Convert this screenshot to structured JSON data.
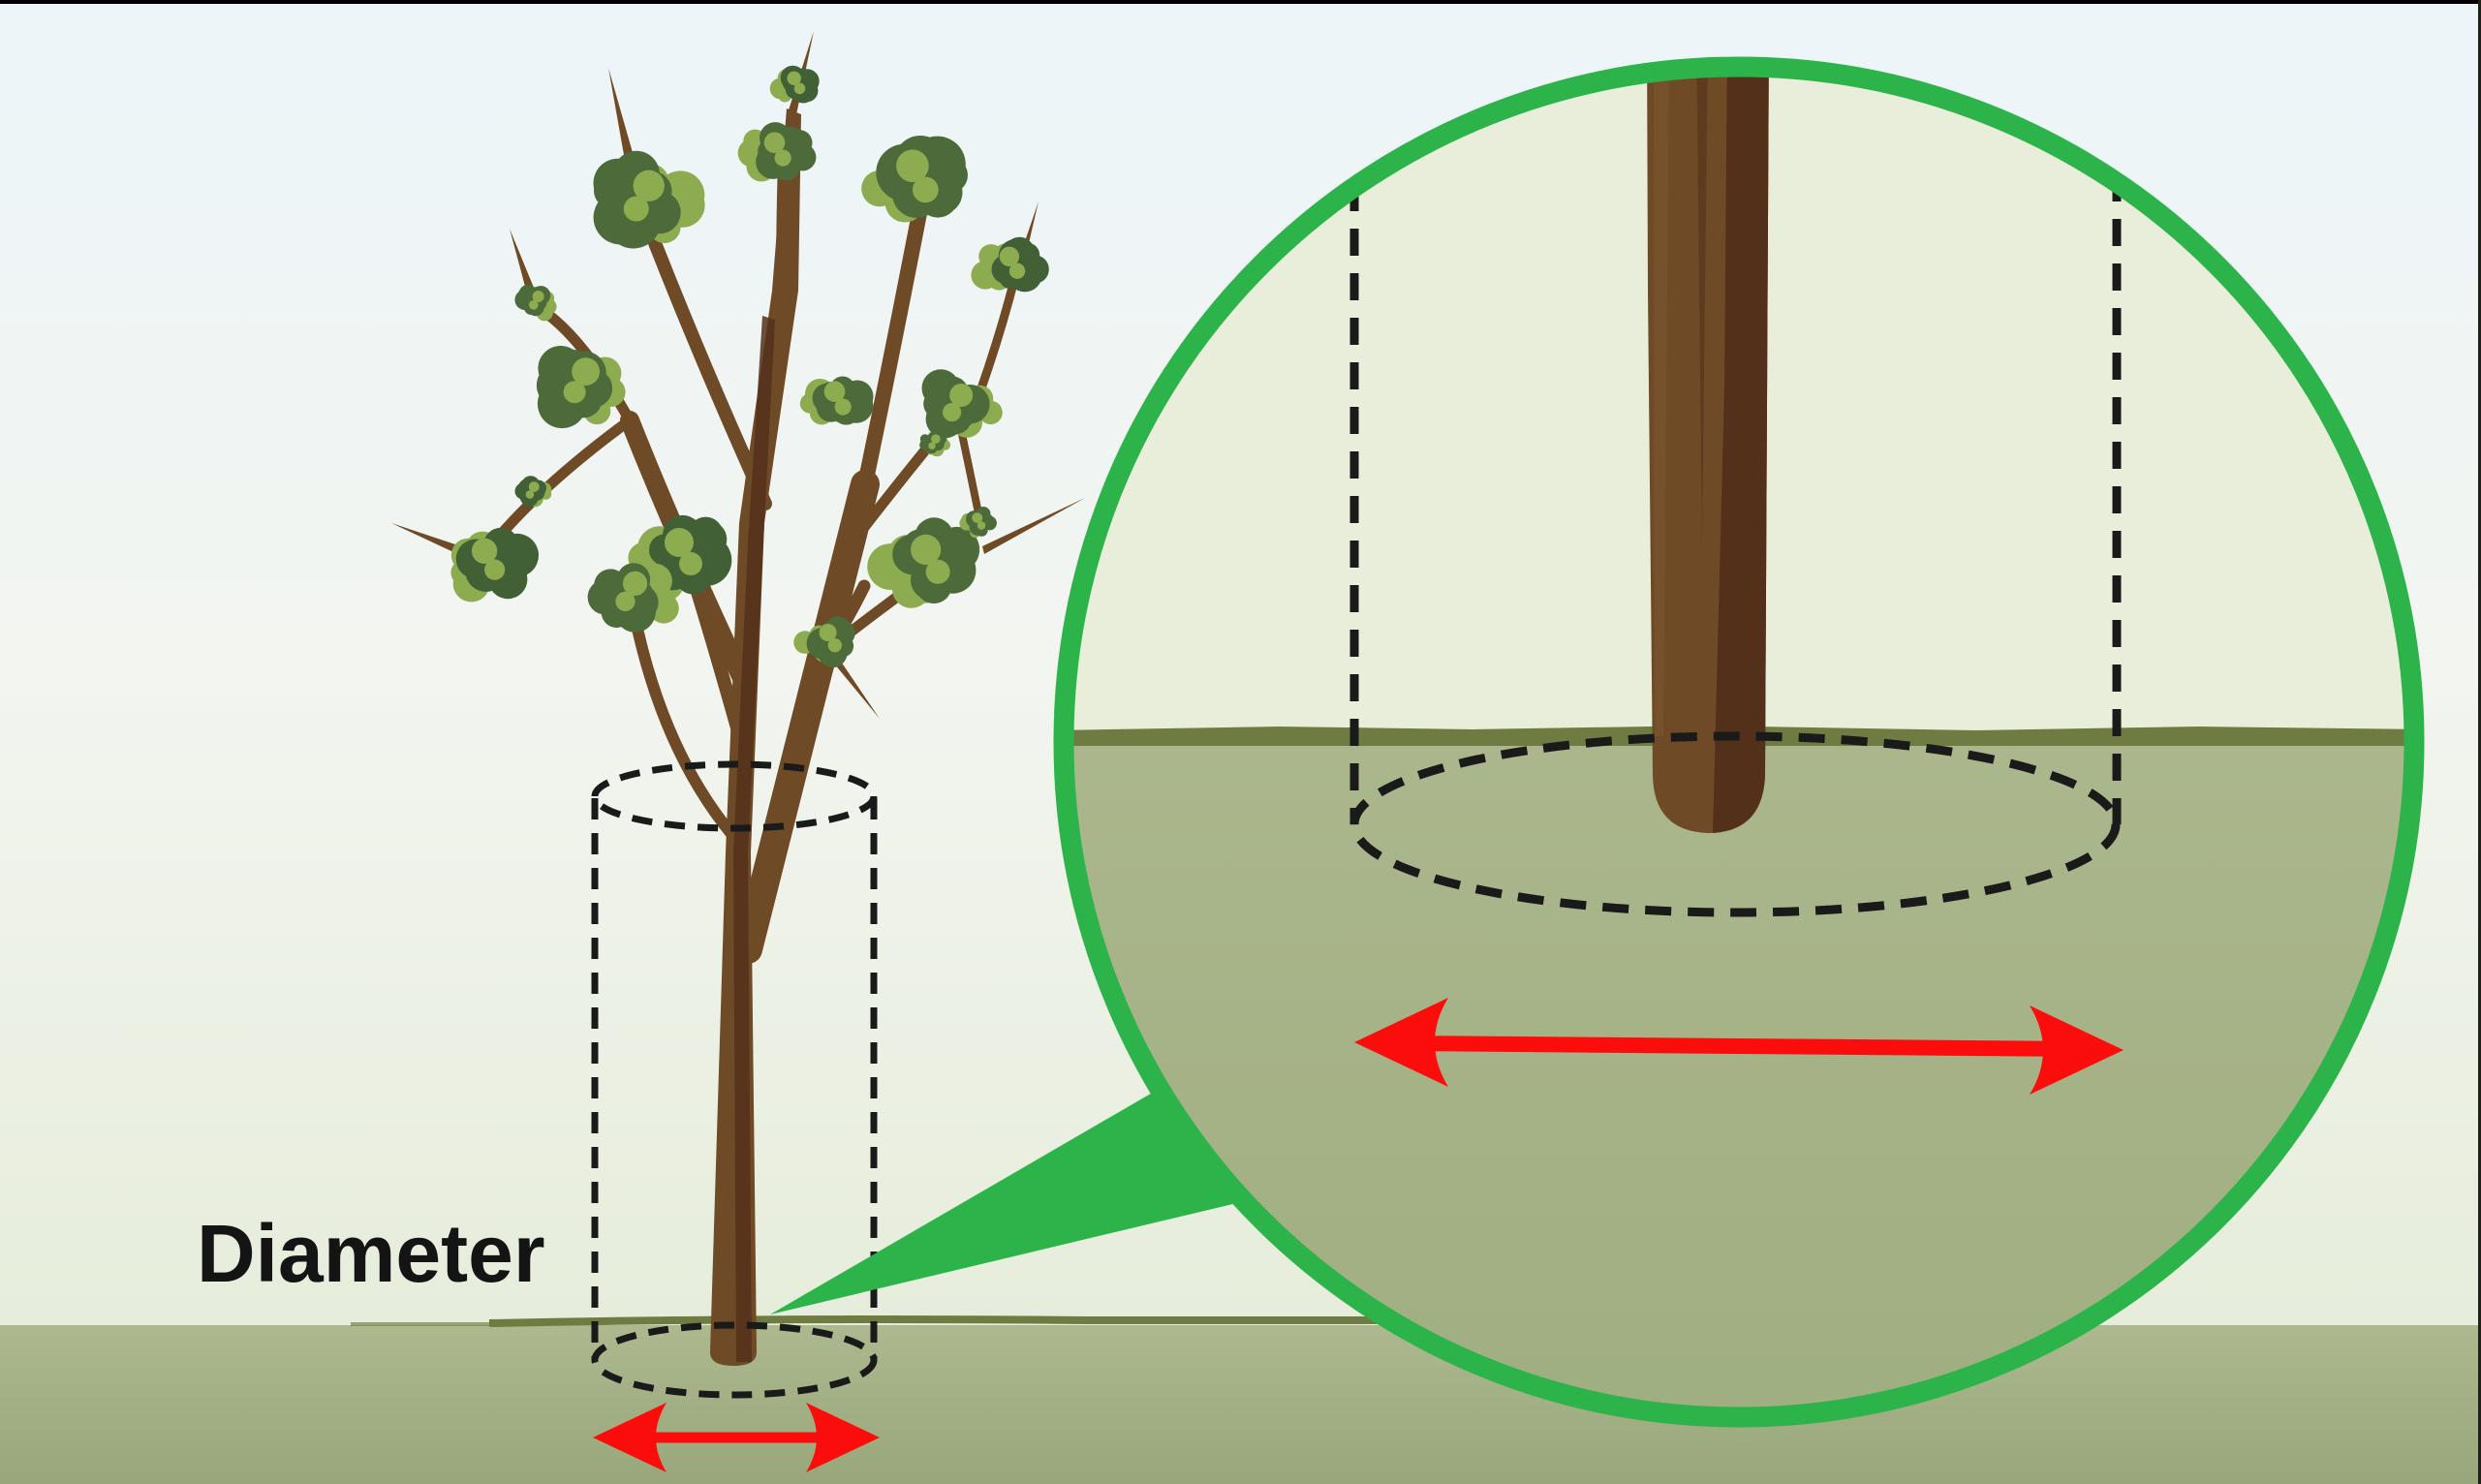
{
  "scene": {
    "diameter_label": "Diameter",
    "illustration": "tree-root-ball-diameter-measurement",
    "magnifier_shape": "circle"
  },
  "palette": {
    "sky_top": "#edf5f9",
    "sky_mid": "#f2f5f0",
    "sky_bottom": "#e4ebd6",
    "ground_top": "#adb88e",
    "ground_bottom": "#98a77b",
    "grass_line": "#6e7c41",
    "circle_ring_green": "#2cb34a",
    "callout_wedge_green": "#2cb34a",
    "arrow_red": "#fa0d0a",
    "dash_black": "#1a1a1a",
    "trunk_brown": "#6f4a26",
    "trunk_shadow": "#53301a",
    "trunk_highlight": "#7d5731",
    "leaf_light": "#8dac50",
    "leaf_dark": "#4c6a3a",
    "leaf_darker": "#416035",
    "circle_sky": "#e9eedb",
    "circle_ground_top": "#abb68c",
    "circle_ground_bottom": "#9fae80",
    "label_color": "#141414",
    "top_border": "#000000",
    "right_border": "#20201a"
  }
}
